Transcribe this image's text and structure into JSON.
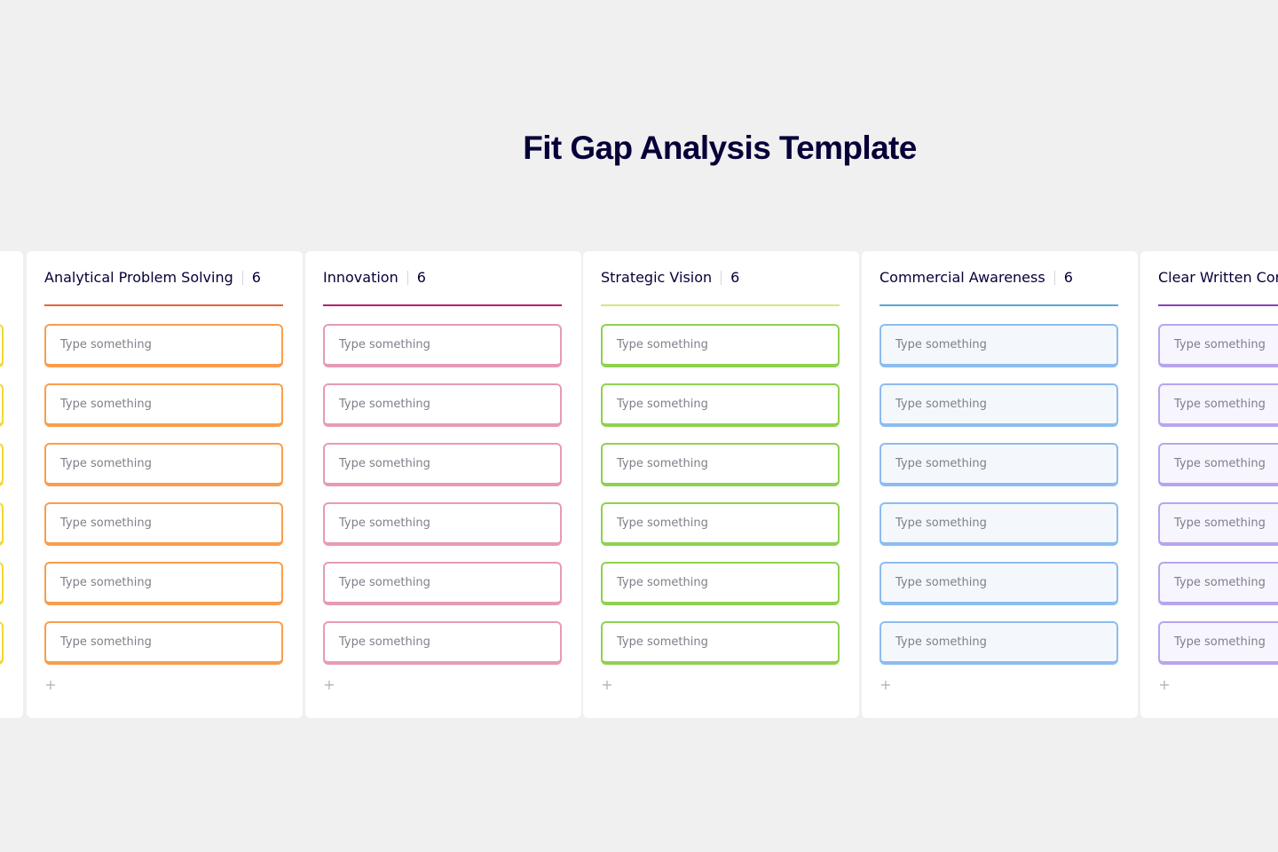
{
  "board": {
    "title": "Fit Gap Analysis Template"
  },
  "columns": [
    {
      "name": "",
      "count": "",
      "color": "#f5d633",
      "card_bg": "#ffffff",
      "cards": [
        "",
        "",
        "",
        "",
        "",
        ""
      ]
    },
    {
      "name": "Analytical Problem Solving",
      "count": "6",
      "color": "#fa9d4c",
      "line_color": "#e8603a",
      "card_bg": "#ffffff",
      "cards": [
        "Type something",
        "Type something",
        "Type something",
        "Type something",
        "Type something",
        "Type something"
      ]
    },
    {
      "name": "Innovation",
      "count": "6",
      "color": "#e79ab8",
      "line_color": "#b3206e",
      "card_bg": "#ffffff",
      "cards": [
        "Type something",
        "Type something",
        "Type something",
        "Type something",
        "Type something",
        "Type something"
      ]
    },
    {
      "name": "Strategic Vision",
      "count": "6",
      "color": "#8fd14f",
      "line_color": "#d8e67a",
      "card_bg": "#ffffff",
      "cards": [
        "Type something",
        "Type something",
        "Type something",
        "Type something",
        "Type something",
        "Type something"
      ]
    },
    {
      "name": "Commercial Awareness",
      "count": "6",
      "color": "#8cbcf0",
      "line_color": "#58a8d6",
      "card_bg": "#f4f8fd",
      "cards": [
        "Type something",
        "Type something",
        "Type something",
        "Type something",
        "Type something",
        "Type something"
      ]
    },
    {
      "name": "Clear Written Cor",
      "count": "",
      "color": "#b8a4ee",
      "line_color": "#8d3fc2",
      "card_bg": "#f7f5fd",
      "cards": [
        "Type something",
        "Type something",
        "Type something",
        "Type something",
        "Type something",
        "Type something"
      ]
    }
  ],
  "add_label": "+"
}
